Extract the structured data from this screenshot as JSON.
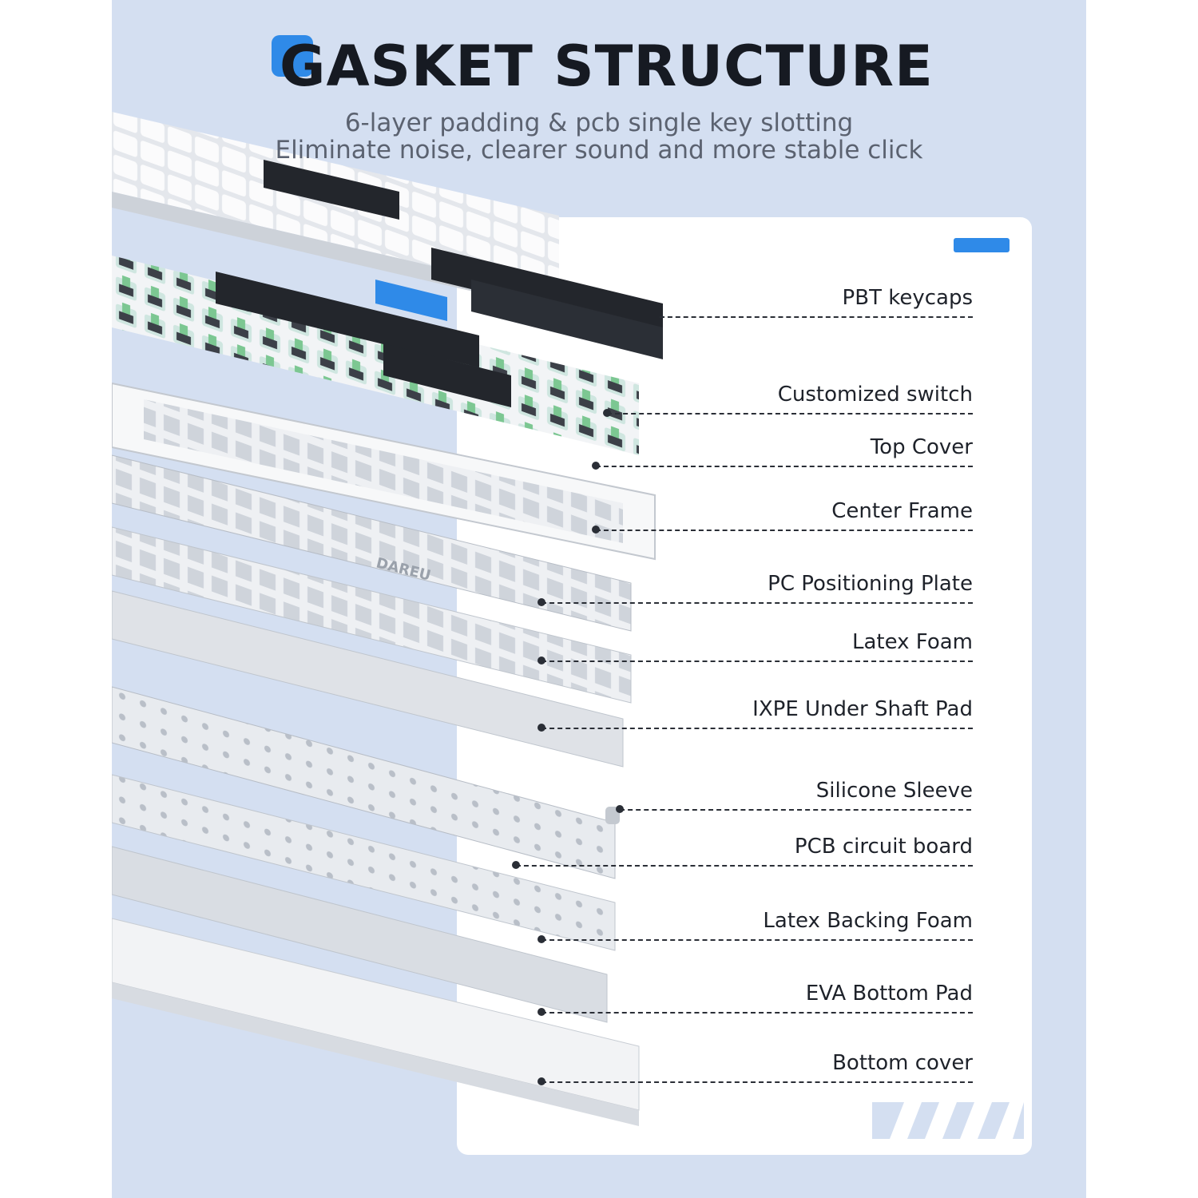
{
  "header": {
    "title": "GASKET STRUCTURE",
    "subtitle_line1": "6-layer padding & pcb single key slotting",
    "subtitle_line2": "Eliminate noise, clearer sound and more stable click"
  },
  "layers": [
    {
      "label": "PBT keycaps"
    },
    {
      "label": "Customized switch"
    },
    {
      "label": "Top Cover"
    },
    {
      "label": "Center Frame"
    },
    {
      "label": "PC Positioning Plate"
    },
    {
      "label": "Latex Foam"
    },
    {
      "label": "IXPE Under Shaft Pad"
    },
    {
      "label": "Silicone Sleeve"
    },
    {
      "label": "PCB circuit board"
    },
    {
      "label": "Latex Backing Foam"
    },
    {
      "label": "EVA Bottom Pad"
    },
    {
      "label": "Bottom cover"
    }
  ],
  "brand": {
    "logo_text": "DAREU"
  },
  "colors": {
    "background": "#d4dff1",
    "accent": "#2f8ae8",
    "card": "#ffffff",
    "text": "#1e222a"
  }
}
